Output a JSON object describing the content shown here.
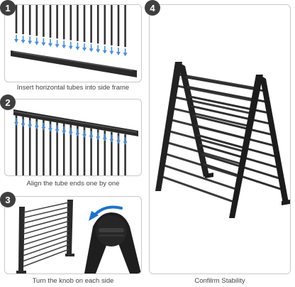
{
  "steps": [
    {
      "number": "1",
      "caption": "Insert horizontal tubes into side frame"
    },
    {
      "number": "2",
      "caption": "Align the tube ends one by one"
    },
    {
      "number": "3",
      "caption": "Turn the knob on each side"
    },
    {
      "number": "4",
      "caption": "Confilrm Stability"
    }
  ],
  "colors": {
    "frame": "#2a2a2a",
    "tube": "#333333",
    "arrow": "#4a8fd4",
    "badge": "#3f3f3f",
    "border": "#c9c9c9"
  },
  "icons": {
    "insert_arrow": "arrow-down-icon",
    "rotate_arrow": "rotate-arrow-icon"
  }
}
